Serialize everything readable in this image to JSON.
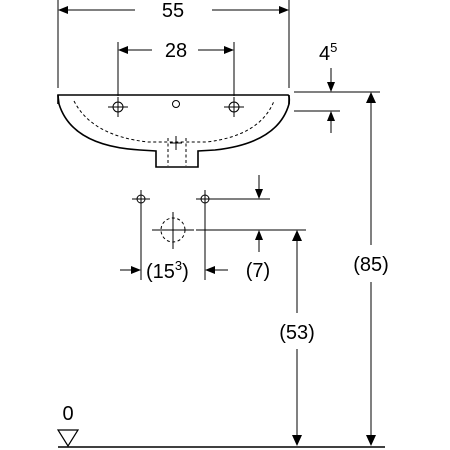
{
  "dimensions": {
    "basin_width": "55",
    "tap_hole_spacing": "28",
    "rim_height": {
      "base": "4",
      "sup": "5"
    },
    "waste_spacing": {
      "open": "(15",
      "sup": "3",
      "close": ")"
    },
    "waste_offset": "(7)",
    "waste_height": "(53)",
    "total_height": "(85)",
    "floor_level": "0"
  },
  "icons": {
    "floor_marker": "triangle-down-icon"
  }
}
